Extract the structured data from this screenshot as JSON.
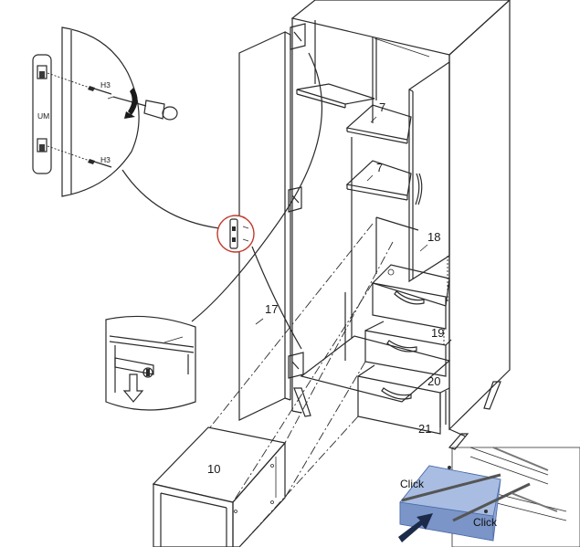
{
  "labels": {
    "shelf_top": "7",
    "shelf_mid": "7",
    "door_right": "18",
    "door_left": "17",
    "drawer_1": "19",
    "drawer_2": "20",
    "drawer_3": "21",
    "plinth": "10",
    "screw_top": "H3",
    "screw_bottom": "H3",
    "hinge_plate": "UM",
    "click_top": "Click",
    "click_bottom": "Click"
  },
  "colors": {
    "line": "#2a2a2a",
    "callout_circle": "#c0392b",
    "drawer_blue": "#8fa7d4",
    "arrow_dark": "#1c2a4a"
  },
  "icons": {
    "screwdriver": "screwdriver-icon",
    "rotate_arrow": "rotate-arrow-icon",
    "down_arrow": "down-arrow-icon",
    "push_arrow": "push-arrow-icon"
  }
}
